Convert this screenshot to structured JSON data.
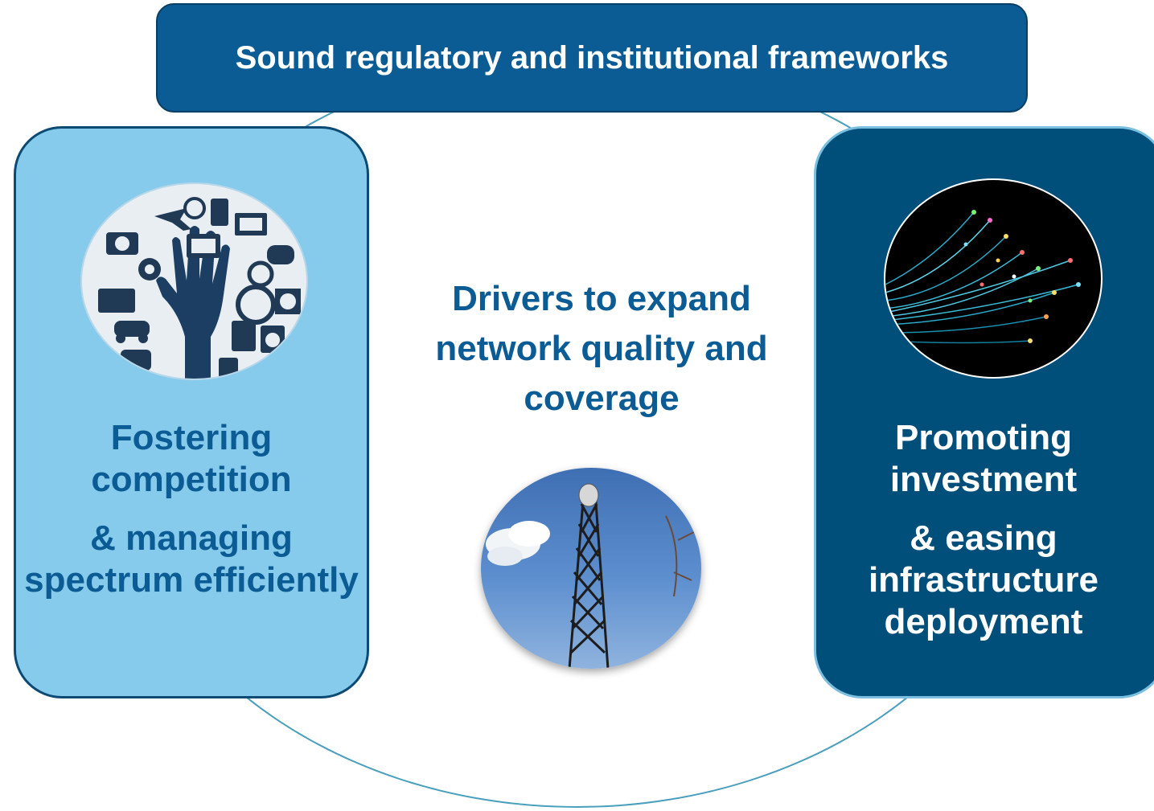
{
  "banner": {
    "title": "Sound regulatory and institutional frameworks"
  },
  "left_box": {
    "line1": "Fostering competition",
    "line2": "& managing spectrum efficiently"
  },
  "right_box": {
    "line1": "Promoting investment",
    "line2": "& easing infrastructure deployment"
  },
  "center": {
    "title": "Drivers to expand network quality and coverage"
  },
  "colors": {
    "banner": "#0b5b94",
    "left_box": "#86cbeb",
    "right_box": "#004e7a",
    "ring": "#4a9fbd",
    "text_blue": "#0b5b94"
  },
  "images": {
    "devices": "tech-devices-hand-icon",
    "fiber": "fiber-optic-cables-icon",
    "tower": "telecom-tower-icon"
  }
}
